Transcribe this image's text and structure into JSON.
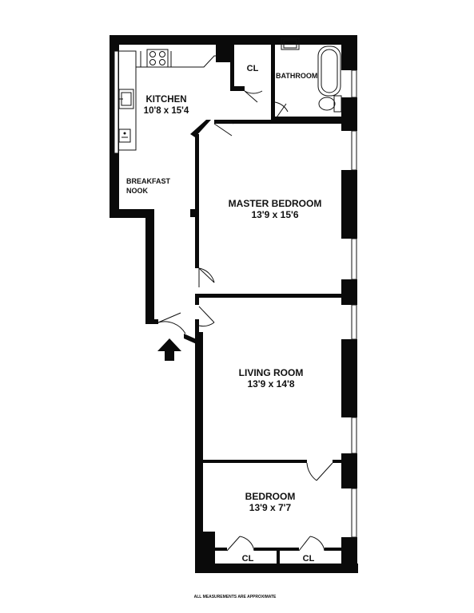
{
  "rooms": {
    "kitchen": {
      "name": "KITCHEN",
      "dims": "10'8 x 15'4"
    },
    "breakfast_nook": {
      "line1": "BREAKFAST",
      "line2": "NOOK"
    },
    "master_bedroom": {
      "name": "MASTER BEDROOM",
      "dims": "13'9 x 15'6"
    },
    "living_room": {
      "name": "LIVING ROOM",
      "dims": "13'9 x 14'8"
    },
    "bedroom": {
      "name": "BEDROOM",
      "dims": "13'9 x 7'7"
    },
    "bathroom": {
      "name": "BATHROOM"
    },
    "closet_top": {
      "name": "CL"
    },
    "closet_bottom_left": {
      "name": "CL"
    },
    "closet_bottom_right": {
      "name": "CL"
    }
  },
  "footnote": "ALL MEASUREMENTS ARE APPROXIMATE",
  "colors": {
    "wall": "#0a0a0a",
    "background": "#ffffff"
  },
  "icons": {
    "entry": "entry-arrow-icon"
  }
}
